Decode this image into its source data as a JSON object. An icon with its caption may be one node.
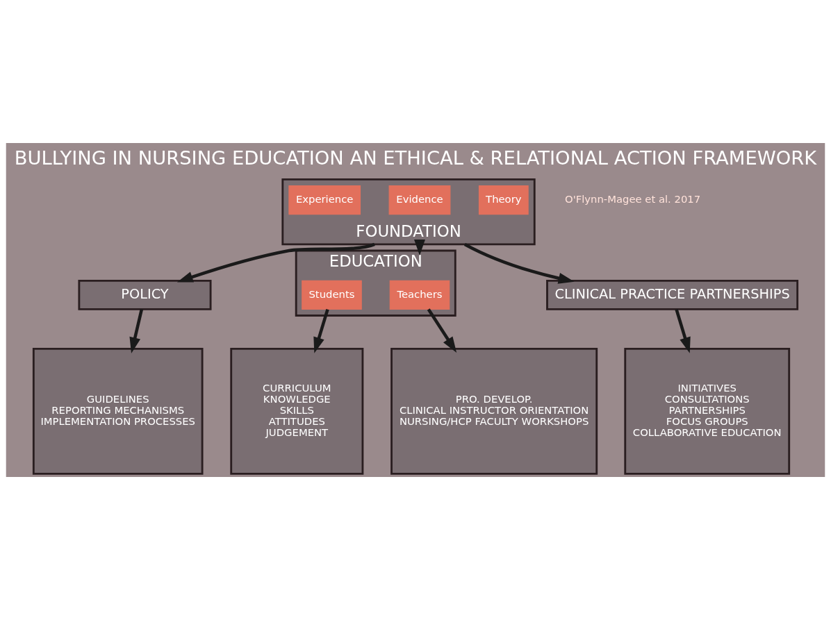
{
  "diagram": {
    "title": "BULLYING IN NURSING EDUCATION AN ETHICAL & RELATIONAL ACTION FRAMEWORK",
    "nodes": [
      {
        "text": [
          "FOUNDATION"
        ]
      },
      {
        "text": [
          "Theory"
        ],
        "in": 0
      },
      {
        "text": [
          "Evidence"
        ],
        "in": 0
      },
      {
        "text": [
          "Experience"
        ],
        "in": 0
      },
      {
        "text": [
          "POLICY"
        ]
      },
      {
        "text": [
          "EDUCATION"
        ]
      },
      {
        "text": [
          "Students"
        ],
        "in": 5
      },
      {
        "text": [
          "Teachers"
        ],
        "in": 5
      },
      {
        "text": [
          "CLINICAL PRACTICE PARTNERSHIPS"
        ]
      },
      {
        "text": [
          "GUIDELINES",
          "REPORTING MECHANISMS",
          "IMPLEMENTATION PROCESSES"
        ]
      },
      {
        "text": [
          "CURRICULUM",
          "KNOWLEDGE",
          "SKILLS",
          "ATTITUDES",
          "JUDGEMENT"
        ]
      },
      {
        "text": [
          "PRO. DEVELOP.",
          "CLINICAL INSTRUCTOR ORIENTATION",
          "NURSING/HCP FACULTY WORKSHOPS"
        ]
      },
      {
        "text": [
          "INITIATIVES",
          "CONSULTATIONS",
          "PARTNERSHIPS",
          "FOCUS GROUPS",
          "COLLABORATIVE EDUCATION"
        ]
      }
    ],
    "edges": [
      {
        "from": 0,
        "to": 4,
        "arrow": "to"
      },
      {
        "from": 0,
        "to": 5,
        "arrow": "to"
      },
      {
        "from": 0,
        "to": 8,
        "arrow": "to"
      },
      {
        "from": 4,
        "to": 9,
        "arrow": "to"
      },
      {
        "from": 6,
        "to": 10,
        "arrow": "to"
      },
      {
        "from": 7,
        "to": 11,
        "arrow": "to"
      },
      {
        "from": 8,
        "to": 12,
        "arrow": "to"
      }
    ],
    "labels": [
      "O'Flynn-Magee et al. 2017"
    ]
  }
}
